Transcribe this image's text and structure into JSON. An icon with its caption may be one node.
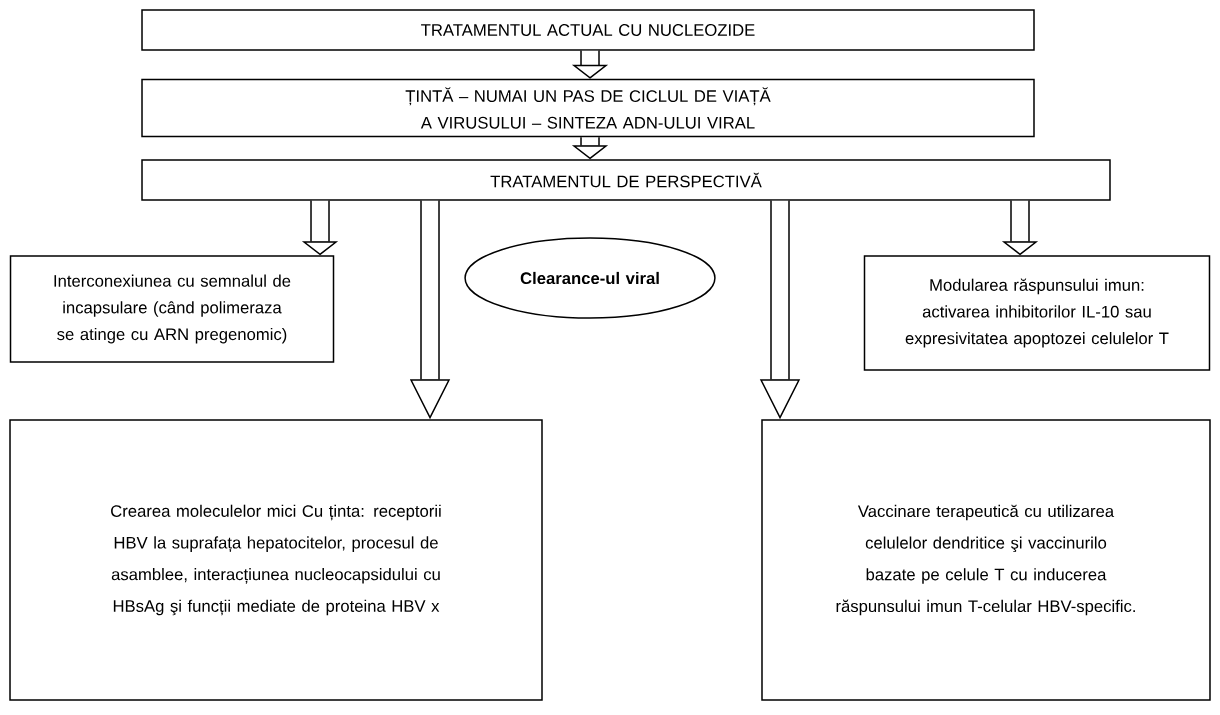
{
  "diagram": {
    "nodes": [
      {
        "text": [
          "TRATAMENTUL ACTUAL CU NUCLEOZIDE"
        ]
      },
      {
        "text": [
          "ȚINTĂ – NUMAI UN PAS DE CICLUL DE VIAȚĂ A VIRUSULUI – SINTEZA ADN-ULUI VIRAL"
        ]
      },
      {
        "text": [
          "TRATAMENTUL DE PERSPECTIVĂ"
        ]
      },
      {
        "text": [
          "Interconexiunea cu semnalul de incapsulare (când polimeraza se atinge cu ARN pregenomic)"
        ]
      },
      {
        "text": [
          "Clearance-ul viral"
        ]
      },
      {
        "text": [
          "Modularea răspunsului imun: activarea inhibitorilor IL-10 sau expresivitatea apoptozei celulelor T"
        ]
      },
      {
        "text": [
          "Crearea moleculelor mici Cu ținta: receptorii HBV la suprafața hepatocitelor, procesul de asamblee, interacțiunea nucleocapsidului cu HBsAg şi funcții mediate de proteina HBV x"
        ]
      },
      {
        "text": [
          "Vaccinare terapeutică cu utilizarea celulelor dendritice şi vaccinurilo bazate pe celule T cu inducerea răspunsului imun T-celular HBV-specific."
        ]
      }
    ],
    "edges": [
      {
        "from": 0,
        "to": 1,
        "arrow": "to"
      },
      {
        "from": 1,
        "to": 2,
        "arrow": "to"
      },
      {
        "from": 2,
        "to": 3,
        "arrow": "to"
      },
      {
        "from": 2,
        "to": 6,
        "arrow": "to"
      },
      {
        "from": 2,
        "to": 7,
        "arrow": "to"
      },
      {
        "from": 2,
        "to": 5,
        "arrow": "to"
      }
    ]
  }
}
